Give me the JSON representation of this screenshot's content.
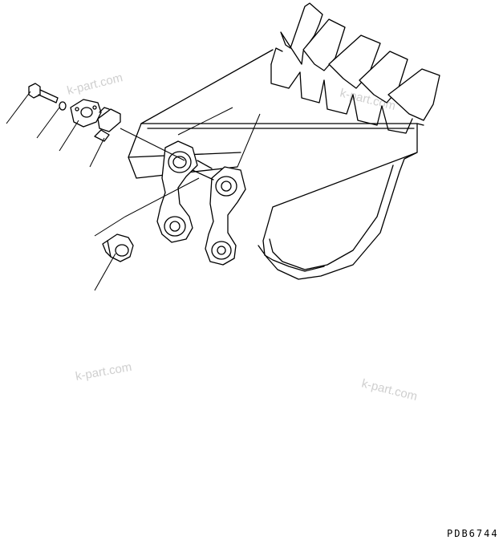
{
  "watermarks": [
    "k-part.com",
    "k-part.com",
    "k-part.com",
    "k-part.com"
  ],
  "drawing_code": "PDB6744"
}
